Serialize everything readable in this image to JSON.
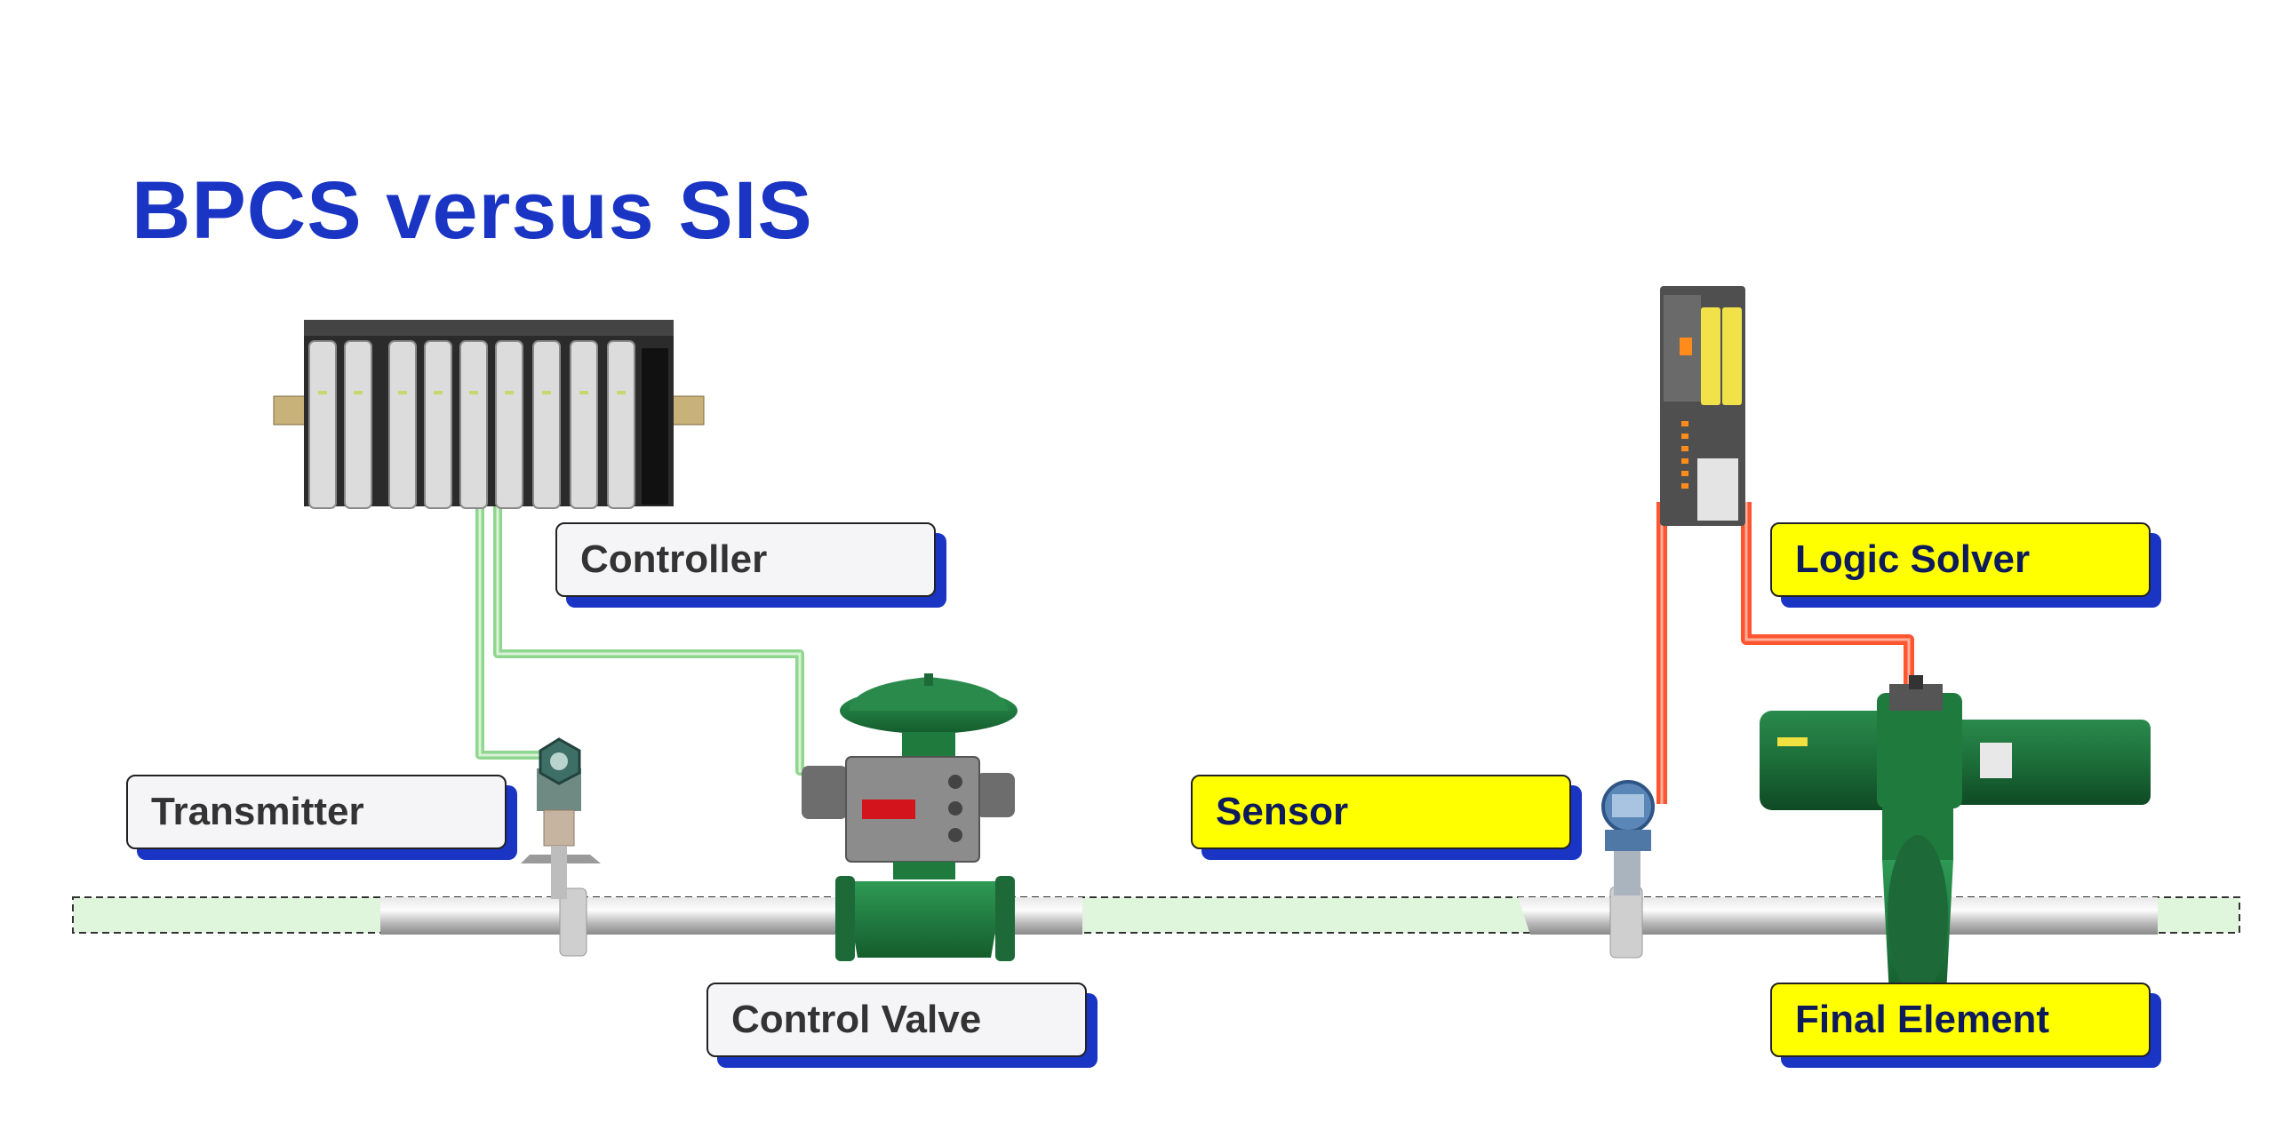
{
  "slide": {
    "title": "BPCS versus SIS"
  },
  "labels": {
    "controller": "Controller",
    "transmitter": "Transmitter",
    "control_valve": "Control Valve",
    "sensor": "Sensor",
    "logic_solver": "Logic Solver",
    "final_element": "Final Element"
  },
  "colors": {
    "title": "#1a35c4",
    "label_shadow": "#1a35c4",
    "bpcs_label_fill": "#f5f5f7",
    "sis_label_fill": "#ffff00",
    "bpcs_wire": "#8fd68f",
    "sis_wire": "#ff5530",
    "pipe_band": "#dff5dc",
    "valve_green": "#1f7a3e"
  }
}
